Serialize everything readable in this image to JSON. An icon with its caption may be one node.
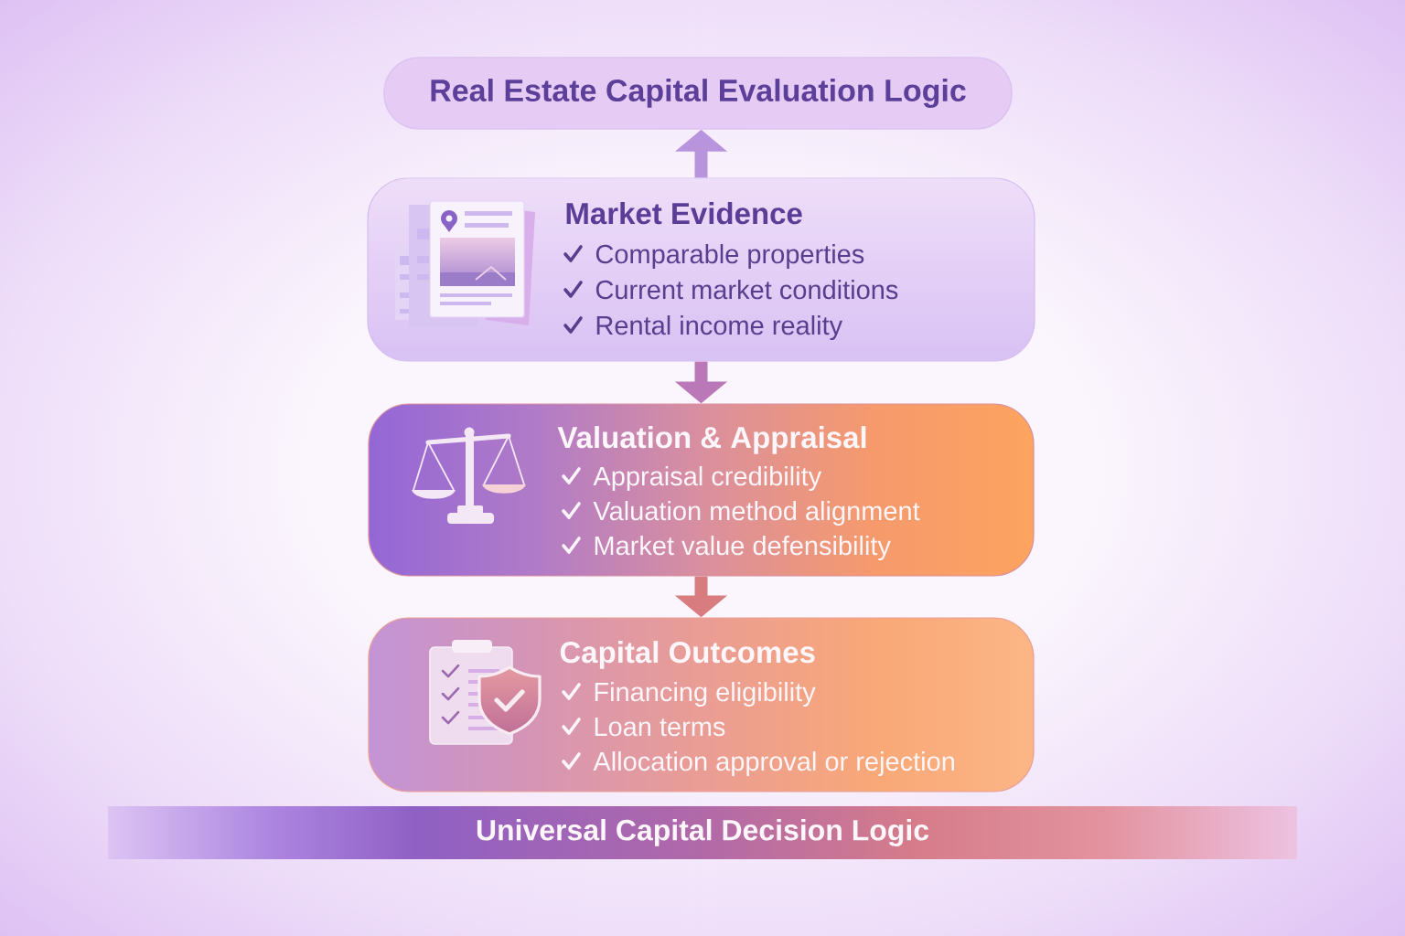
{
  "diagram": {
    "nodes": [
      {
        "text": [
          "Real Estate Capital Evaluation Logic"
        ]
      },
      {
        "text": [
          "Market Evidence",
          "Comparable properties",
          "Current market conditions",
          "Rental income reality"
        ]
      },
      {
        "text": [
          "Valuation & Appraisal",
          "Appraisal credibility",
          "Valuation method alignment",
          "Market value defensibility"
        ]
      },
      {
        "text": [
          "Capital Outcomes",
          "Financing eligibility",
          "Loan terms",
          "Allocation approval or rejection"
        ]
      },
      {
        "text": [
          "Universal Capital Decision Logic"
        ]
      }
    ],
    "edges": [
      {
        "from": 1,
        "to": 0,
        "arrow": "to",
        "color": "#b894dd"
      },
      {
        "from": 1,
        "to": 2,
        "arrow": "to"
      },
      {
        "from": 2,
        "to": 3,
        "arrow": "to",
        "color": "#d87c80"
      }
    ]
  }
}
